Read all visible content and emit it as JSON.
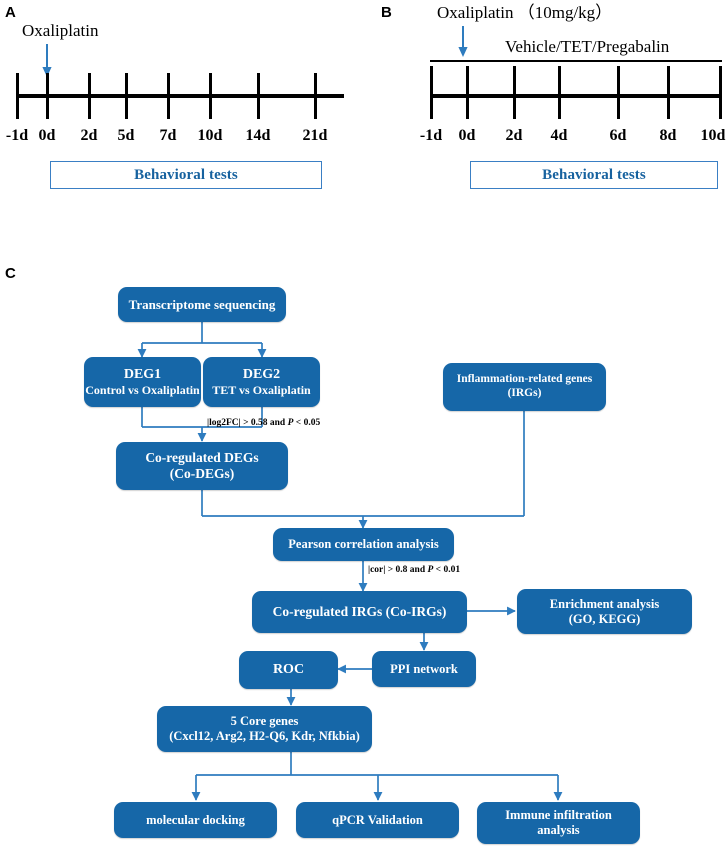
{
  "figure": {
    "panels": [
      "A",
      "B",
      "C"
    ]
  },
  "panel_a": {
    "letter": "A",
    "drug_label": "Oxaliplatin",
    "tick_labels": [
      "-1d",
      "0d",
      "2d",
      "5d",
      "7d",
      "10d",
      "14d",
      "21d"
    ],
    "behavioral_box_label": "Behavioral tests",
    "arrow_at_tick_index": 1
  },
  "panel_b": {
    "letter": "B",
    "drug_label": "Oxaliplatin （10mg/kg）",
    "treatment_label": "Vehicle/TET/Pregabalin",
    "tick_labels": [
      "-1d",
      "0d",
      "2d",
      "4d",
      "6d",
      "8d",
      "10d"
    ],
    "behavioral_box_label": "Behavioral tests",
    "arrow_at_tick_index": 1
  },
  "panel_c": {
    "letter": "C",
    "nodes": {
      "transcriptome": {
        "line1": "Transcriptome sequencing",
        "line2": ""
      },
      "deg1": {
        "line1": "DEG1",
        "line2": "Control vs Oxaliplatin"
      },
      "deg2": {
        "line1": "DEG2",
        "line2": "TET vs Oxaliplatin"
      },
      "irgs": {
        "line1": "Inflammation-related  genes",
        "line2": "(IRGs)"
      },
      "co_degs": {
        "line1": "Co-regulated DEGs",
        "line2": "(Co-DEGs)"
      },
      "pearson": {
        "line1": "Pearson correlation  analysis",
        "line2": ""
      },
      "co_irgs": {
        "line1": "Co-regulated IRGs (Co-IRGs)",
        "line2": ""
      },
      "enrichment": {
        "line1": "Enrichment analysis",
        "line2": "(GO, KEGG)"
      },
      "ppi": {
        "line1": "PPI network",
        "line2": ""
      },
      "roc": {
        "line1": "ROC",
        "line2": ""
      },
      "core_genes": {
        "line1": "5 Core genes",
        "line2": "(Cxcl12, Arg2, H2-Q6, Kdr, Nfkbia)"
      },
      "docking": {
        "line1": "molecular docking",
        "line2": ""
      },
      "qpcr": {
        "line1": "qPCR Validation",
        "line2": ""
      },
      "immune": {
        "line1": "Immune infiltration",
        "line2": "analysis"
      }
    },
    "edge_labels": {
      "log2fc": "|log2FC| > 0.58 and P < 0.05",
      "cor": "|cor| > 0.8 and P < 0.01"
    }
  },
  "colors": {
    "node_fill": "#1667a8",
    "connector": "#2e7cbf",
    "accent_blue": "#17629f",
    "box_border": "#3a7fc4",
    "axis_black": "#000000"
  }
}
